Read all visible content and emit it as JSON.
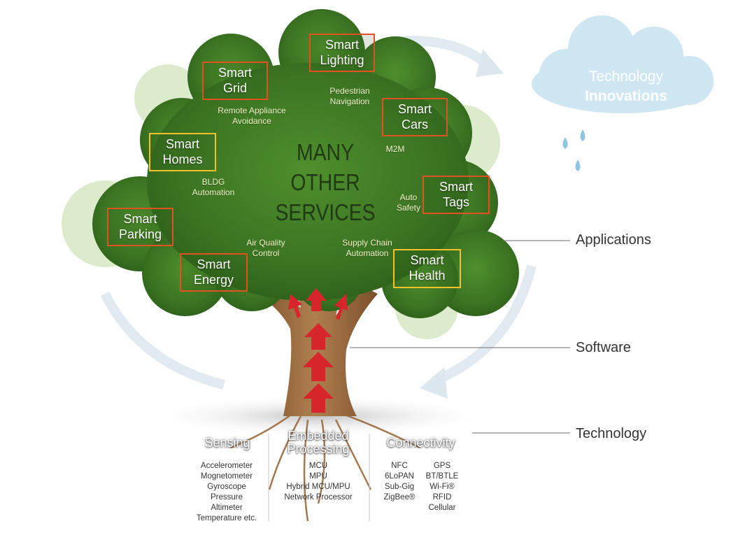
{
  "cloud": {
    "line1": "Technology",
    "line2": "Innovations"
  },
  "center_text": {
    "line1": "MANY",
    "line2": "OTHER",
    "line3": "SERVICES"
  },
  "smart_boxes": {
    "lighting": [
      "Smart",
      "Lighting"
    ],
    "grid": [
      "Smart",
      "Grid"
    ],
    "cars": [
      "Smart",
      "Cars"
    ],
    "homes": [
      "Smart",
      "Homes"
    ],
    "tags": [
      "Smart",
      "Tags"
    ],
    "parking": [
      "Smart",
      "Parking"
    ],
    "energy": [
      "Smart",
      "Energy"
    ],
    "health": [
      "Smart",
      "Health"
    ]
  },
  "sub_labels": {
    "pedestrian": [
      "Pedestrian",
      "Navigation"
    ],
    "remote": [
      "Remote Appliance",
      "Avoidance"
    ],
    "m2m": "M2M",
    "bldg": [
      "BLDG",
      "Automation"
    ],
    "auto": [
      "Auto",
      "Safety"
    ],
    "air": [
      "Air Quality",
      "Control"
    ],
    "supply": [
      "Supply Chain",
      "Automation"
    ]
  },
  "layers": {
    "applications": "Applications",
    "software": "Software",
    "technology": "Technology"
  },
  "roots": {
    "sensing": {
      "title": "Sensing",
      "items": [
        "Accelerometer",
        "Mognetometer",
        "Gyroscope",
        "Pressure",
        "Altimeter",
        "Temperature etc."
      ]
    },
    "processing": {
      "title_line1": "Embedded",
      "title_line2": "Processing",
      "items": [
        "MCU",
        "MPU",
        "Hybrid MCU/MPU",
        "Network Processor"
      ]
    },
    "connectivity": {
      "title": "Connectivity",
      "col1": [
        "NFC",
        "6LoPAN",
        "Sub-Gig",
        "ZigBee®"
      ],
      "col2": [
        "GPS",
        "BT/BTLE",
        "Wi-Fi®",
        "RFID",
        "Cellular"
      ]
    }
  },
  "colors": {
    "canopy": "#3f7a25",
    "trunk": "#9b6a3e",
    "box_orange": "#e0521f",
    "box_yellow": "#f2c22b",
    "arrow": "#d6262b",
    "cloud": "#cfe7f3"
  }
}
